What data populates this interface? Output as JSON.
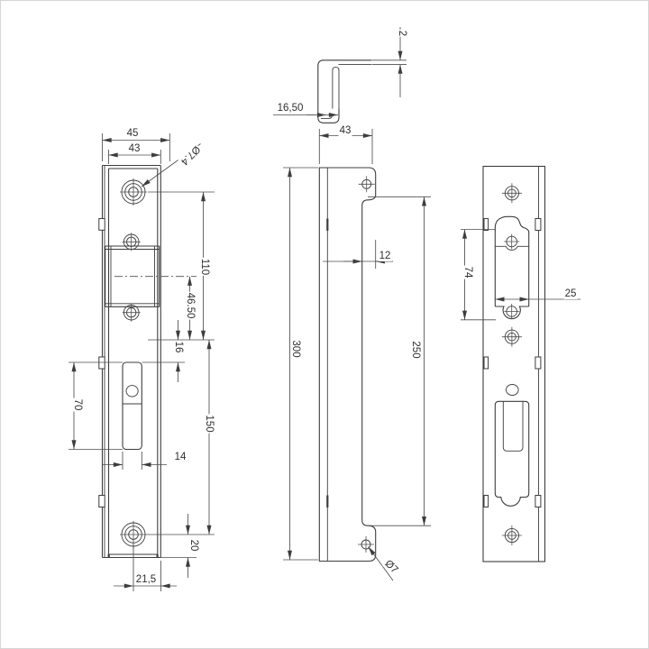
{
  "drawing": {
    "left_view": {
      "plate_width": "45",
      "face_width": "43",
      "hole_dia": "Ø7.4",
      "top_hole_to_center": "110",
      "center_to_lower_hole": "46.50",
      "hole_to_cutout": "16",
      "cutout_height": "70",
      "lower_hole_spacing": "150",
      "cutout_width": "14",
      "bottom_edge_offset": "20",
      "hole_to_side_edge": "21,5"
    },
    "bend_detail": {
      "hook_length": "16,50",
      "sheet_thickness": "2"
    },
    "side_view": {
      "width": "43",
      "step_offset": "12",
      "total_height": "300",
      "inner_height": "250",
      "hole_dia": "Ø7"
    },
    "right_view": {
      "keeper_height": "74",
      "keeper_width": "25"
    }
  }
}
